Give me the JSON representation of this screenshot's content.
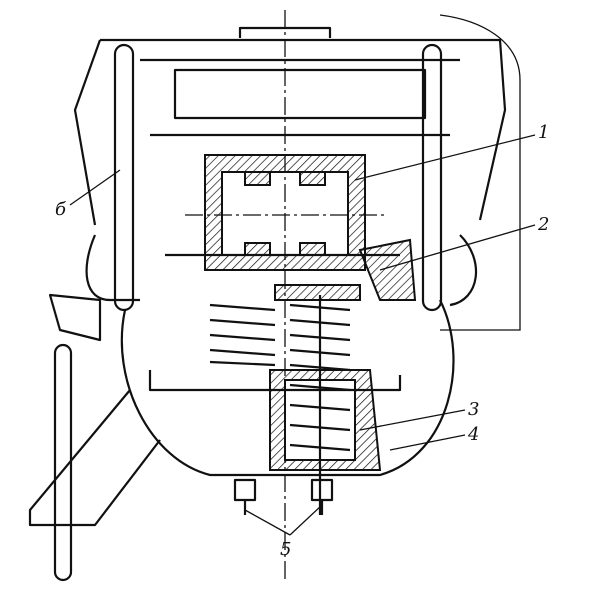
{
  "figure": {
    "callouts": [
      {
        "id": "1",
        "text": "1"
      },
      {
        "id": "2",
        "text": "2"
      },
      {
        "id": "3",
        "text": "3"
      },
      {
        "id": "4",
        "text": "4"
      },
      {
        "id": "5",
        "text": "5"
      },
      {
        "id": "6",
        "text": "б"
      }
    ]
  }
}
